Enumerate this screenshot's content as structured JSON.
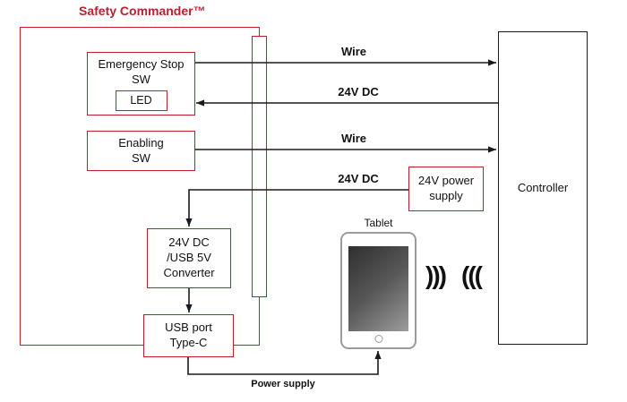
{
  "colors": {
    "accent_red": "#be1e2d",
    "line_black": "#1a1a1a"
  },
  "title": "Safety Commander™",
  "nodes": {
    "emergency_stop": "Emergency Stop\nSW",
    "led": "LED",
    "enabling": "Enabling\nSW",
    "converter": "24V DC\n/USB 5V\nConverter",
    "usb_port": "USB port\nType-C",
    "power_supply_24v": "24V power\nsupply",
    "controller": "Controller",
    "tablet": "Tablet"
  },
  "labels": {
    "wire_top": "Wire",
    "dc_top": "24V DC",
    "wire_mid": "Wire",
    "dc_mid": "24V DC",
    "power_line": "Power supply"
  },
  "icons": {
    "wireless_out": ")))",
    "wireless_in": "((("
  }
}
